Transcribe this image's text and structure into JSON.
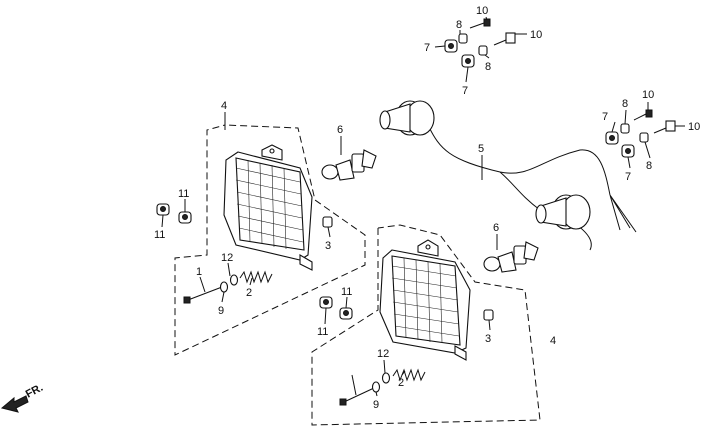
{
  "callouts": {
    "c1": "1",
    "c2a": "2",
    "c2b": "2",
    "c3a": "3",
    "c3b": "3",
    "c4a": "4",
    "c4b": "4",
    "c5": "5",
    "c6a": "6",
    "c6b": "6",
    "c7a": "7",
    "c7b": "7",
    "c7c": "7",
    "c7d": "7",
    "c8a": "8",
    "c8b": "8",
    "c8c": "8",
    "c8d": "8",
    "c9a": "9",
    "c9b": "9",
    "c10a": "10",
    "c10b": "10",
    "c10c": "10",
    "c10d": "10",
    "c11a": "11",
    "c11b": "11",
    "c11c": "11",
    "c11d": "11",
    "c12a": "12",
    "c12b": "12"
  },
  "front_indicator": "FR."
}
